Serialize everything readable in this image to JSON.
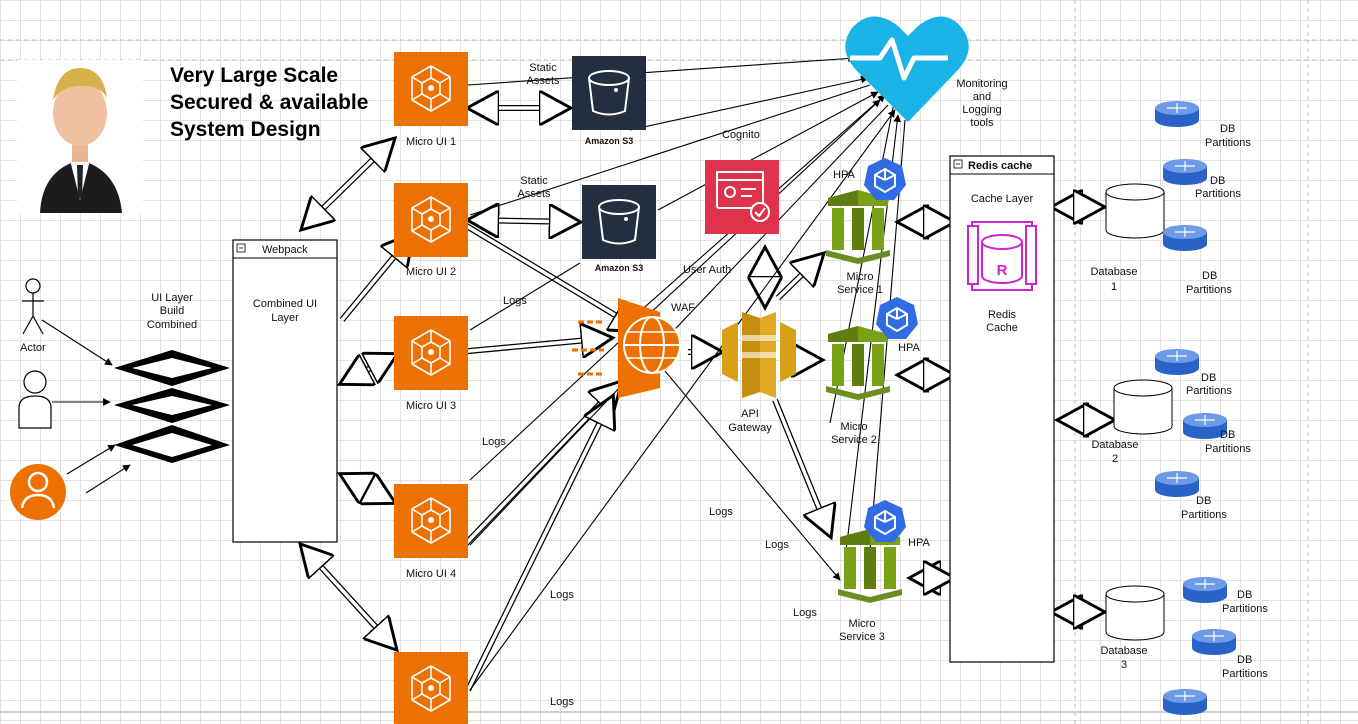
{
  "title": [
    "Very Large Scale",
    "Secured & available",
    "System Design"
  ],
  "actor_label": "Actor",
  "ui_layer_label": [
    "UI Layer",
    "Build",
    "Combined"
  ],
  "webpack": {
    "header": "Webpack",
    "body": [
      "Combined UI",
      "Layer"
    ]
  },
  "micro_uis": [
    "Micro UI 1",
    "Micro UI 2",
    "Micro UI 3",
    "Micro UI 4"
  ],
  "s3": {
    "label": "Amazon S3",
    "static_assets": [
      "Static",
      "Assets"
    ]
  },
  "cognito": "Cognito",
  "user_auth": "User Auth",
  "waf": "WAF",
  "api_gateway": [
    "API",
    "Gateway"
  ],
  "logs": "Logs",
  "monitoring": [
    "Monitoring",
    "and",
    "Logging",
    "tools"
  ],
  "hpa": "HPA",
  "micro_services": [
    [
      "Micro",
      "Service 1"
    ],
    [
      "Micro",
      "Service 2"
    ],
    [
      "Micro",
      "Service 3"
    ]
  ],
  "redis": {
    "header": "Redis cache",
    "layer": "Cache Layer",
    "name": [
      "Redis",
      "Cache"
    ]
  },
  "databases": [
    [
      "Database",
      "1"
    ],
    [
      "Database",
      "2"
    ],
    [
      "Database",
      "3"
    ]
  ],
  "db_partitions": [
    "DB",
    "Partitions"
  ],
  "colors": {
    "orange": "#ed7100",
    "s3_dark": "#232f3e",
    "cognito_red": "#dd344c",
    "heart_blue": "#1ab3e8",
    "green": "#6b8e23",
    "k8s_blue": "#326ce5",
    "redis_purple": "#c925d1"
  }
}
